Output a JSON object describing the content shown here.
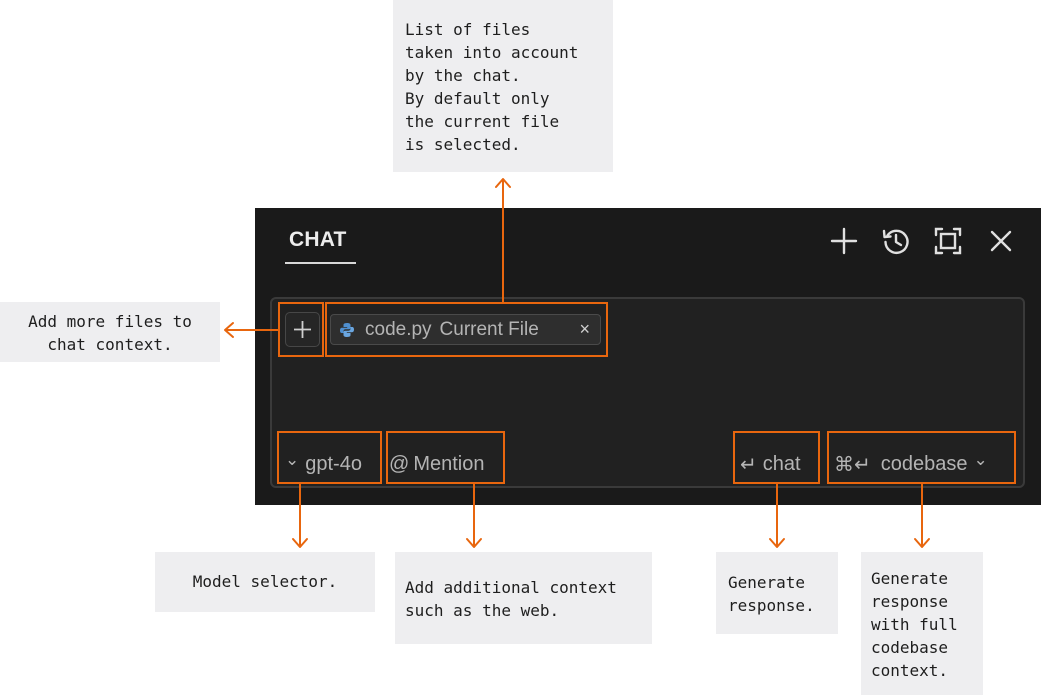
{
  "panel": {
    "title": "CHAT",
    "top_icons": [
      "plus-icon",
      "history-icon",
      "maximize-icon",
      "close-icon"
    ]
  },
  "context": {
    "add_icon": "plus-icon",
    "file_chip": {
      "icon": "python-icon",
      "filename": "code.py",
      "tag": "Current File",
      "remove": "×"
    }
  },
  "bottom_bar": {
    "model": {
      "chevron": "⌄",
      "label": "gpt-4o"
    },
    "mention": {
      "icon": "@",
      "label": "Mention"
    },
    "send_chat": {
      "icon": "↵",
      "label": "chat"
    },
    "send_codebase": {
      "icon": "⌘↵",
      "label": "codebase",
      "chevron": "⌄"
    }
  },
  "annotations": {
    "files_list": "List of files\ntaken into account\nby the chat.\nBy default only\nthe current file\nis selected.",
    "add_files": "Add more files to\nchat context.",
    "model_selector": "Model selector.",
    "mention": "Add additional context\nsuch as the web.",
    "generate": "Generate\nresponse.",
    "generate_codebase": "Generate\nresponse\nwith full\ncodebase\ncontext."
  },
  "colors": {
    "highlight": "#e8660e",
    "panel_bg": "#1a1a1a",
    "note_bg": "#eeeef0"
  }
}
